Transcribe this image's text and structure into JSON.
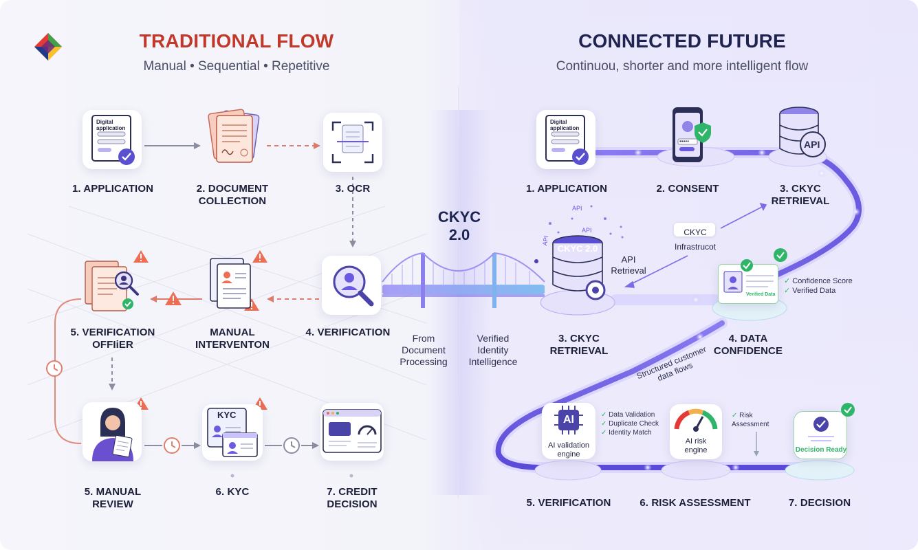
{
  "left": {
    "title": "TRADITIONAL FLOW",
    "subtitle": "Manual • Sequential • Repetitive",
    "steps": {
      "application": "1. APPLICATION",
      "document_collection": "2. DOCUMENT\nCOLLECTION",
      "ocr": "3. OCR",
      "verification": "4. VERIFICATION",
      "manual_intervention": "MANUAL\nINTERVENTON",
      "verification_officer": "5. VERIFICATION\nOFFIiER",
      "manual_review": "5. MANUAL\nREVIEW",
      "kyc": "6. KYC",
      "credit_decision": "7. CREDIT\nDECISION"
    },
    "icon_text": {
      "digital_application": "Digital\napplication",
      "kyc_card": "KYC"
    }
  },
  "center": {
    "title": "CKYC\n2.0",
    "from_label": "From\nDocument\nProcessing",
    "to_label": "Verified\nIdentity\nIntelligence"
  },
  "right": {
    "title": "CONNECTED FUTURE",
    "subtitle": "Continuou, shorter and more intelligent flow",
    "steps": {
      "application": "1. APPLICATION",
      "consent": "2. CONSENT",
      "ckyc_retrieval_top": "3. CKYC\nRETRIEVAL",
      "ckyc_retrieval": "3. CKYC\nRETRIEVAL",
      "data_confidence": "4. DATA\nCONFIDENCE",
      "verification": "5. VERIFICATION",
      "risk_assessment": "6. RISK ASSESSMENT",
      "decision": "7. DECISION"
    },
    "icon_text": {
      "digital_application": "Digital\napplication",
      "api": "API",
      "ckyc_db": "CKYC 2.0",
      "verified_data": "Verified Data",
      "ai_chip": "AI",
      "ai_validation": "AI validation\nengine",
      "ai_risk": "AI risk\nengine",
      "decision_ready": "Decision Ready",
      "pin": "•••••"
    },
    "annotations": {
      "ckyc_infra": "CKYC\nInfrastrucot",
      "api_retrieval": "API\nRetrieval",
      "confidence_score": "Confidence Score",
      "verified_data": "Verified Data",
      "structured_flow": "Structured customer\ndata flows",
      "data_validation": "Data Validation",
      "duplicate_check": "Duplicate Check",
      "identity_match": "Identity Match",
      "risk_assessment": "Risk\nAssessment",
      "api_float_1": "API",
      "api_float_2": "API",
      "api_float_3": "API"
    }
  },
  "colors": {
    "red_title": "#c0392b",
    "navy": "#1e2350",
    "accent_purple": "#6c5ce7",
    "warn": "#e8604c",
    "check": "#2fb56a"
  }
}
